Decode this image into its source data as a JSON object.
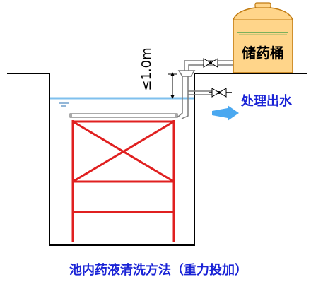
{
  "diagram": {
    "tank_label": "储药桶",
    "level_label": "≤1.0m",
    "outflow_label": "处理出水",
    "caption": "池内药液清洗方法（重力投加）",
    "colors": {
      "structure": "#000000",
      "frame": "#e02020",
      "water": "#7fc0ee",
      "tank_fill": "#ffd58a",
      "tank_stroke": "#c07a10",
      "tank_liquid": "#2e9a40",
      "caption": "#1a23d6",
      "outflow_text": "#1a23d6",
      "arrow": "#4aa8f0",
      "pipe": "#7a7a7a"
    }
  }
}
